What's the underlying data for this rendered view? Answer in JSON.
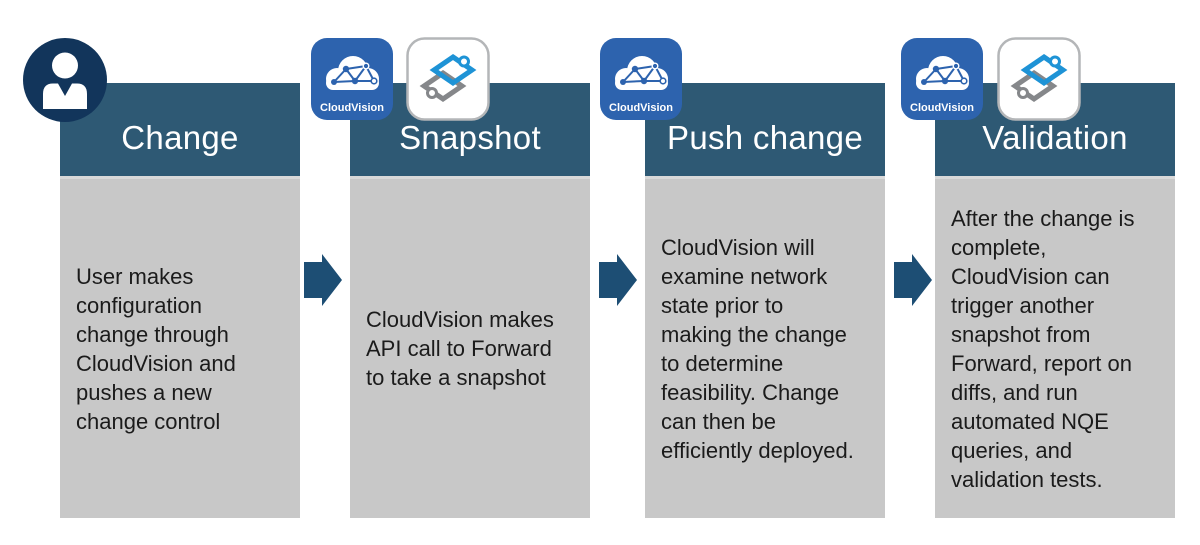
{
  "colors": {
    "page_bg": "#ffffff",
    "header_bg": "#2e5974",
    "header_text": "#ffffff",
    "body_bg": "#c8c8c8",
    "body_top_strip": "#d9d9d9",
    "body_text": "#1b1b1b",
    "arrow": "#1d4e74",
    "person_circle": "#12355b",
    "cloudvision_bg": "#2d63ae",
    "cloudvision_text": "#ffffff",
    "forward_blue": "#1e93d6",
    "forward_gray": "#85878a",
    "forward_border": "#b4b6b8"
  },
  "cloudvision_label": "CloudVision",
  "columns": [
    {
      "title": "Change",
      "body": "User makes\nconfiguration\nchange through\nCloudVision and\npushes a new\nchange control"
    },
    {
      "title": "Snapshot",
      "body": "CloudVision makes\nAPI call to Forward\nto take a snapshot"
    },
    {
      "title": "Push change",
      "body": "CloudVision will\nexamine network\nstate prior to\nmaking the change\nto determine\nfeasibility. Change\ncan then be\nefficiently deployed."
    },
    {
      "title": "Validation",
      "body": "After the change is\ncomplete,\nCloudVision can\ntrigger another\nsnapshot from\nForward, report on\ndiffs, and run\nautomated NQE\nqueries, and\nvalidation tests."
    }
  ]
}
